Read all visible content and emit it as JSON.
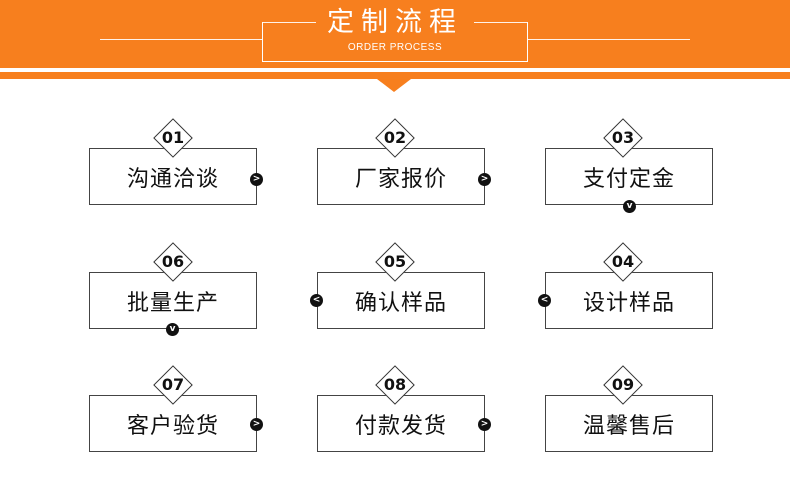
{
  "header": {
    "title": "定制流程",
    "subtitle": "ORDER PROCESS"
  },
  "colors": {
    "accent": "#f77f1e",
    "box_border": "#444444",
    "text": "#111111"
  },
  "steps": [
    {
      "number": "01",
      "label": "沟通洽谈"
    },
    {
      "number": "02",
      "label": "厂家报价"
    },
    {
      "number": "03",
      "label": "支付定金"
    },
    {
      "number": "04",
      "label": "设计样品"
    },
    {
      "number": "05",
      "label": "确认样品"
    },
    {
      "number": "06",
      "label": "批量生产"
    },
    {
      "number": "07",
      "label": "客户验货"
    },
    {
      "number": "08",
      "label": "付款发货"
    },
    {
      "number": "09",
      "label": "温馨售后"
    }
  ],
  "arrows": {
    "right_icon": "arrow-right-icon",
    "left_icon": "arrow-left-icon",
    "down_icon": "arrow-down-icon"
  }
}
